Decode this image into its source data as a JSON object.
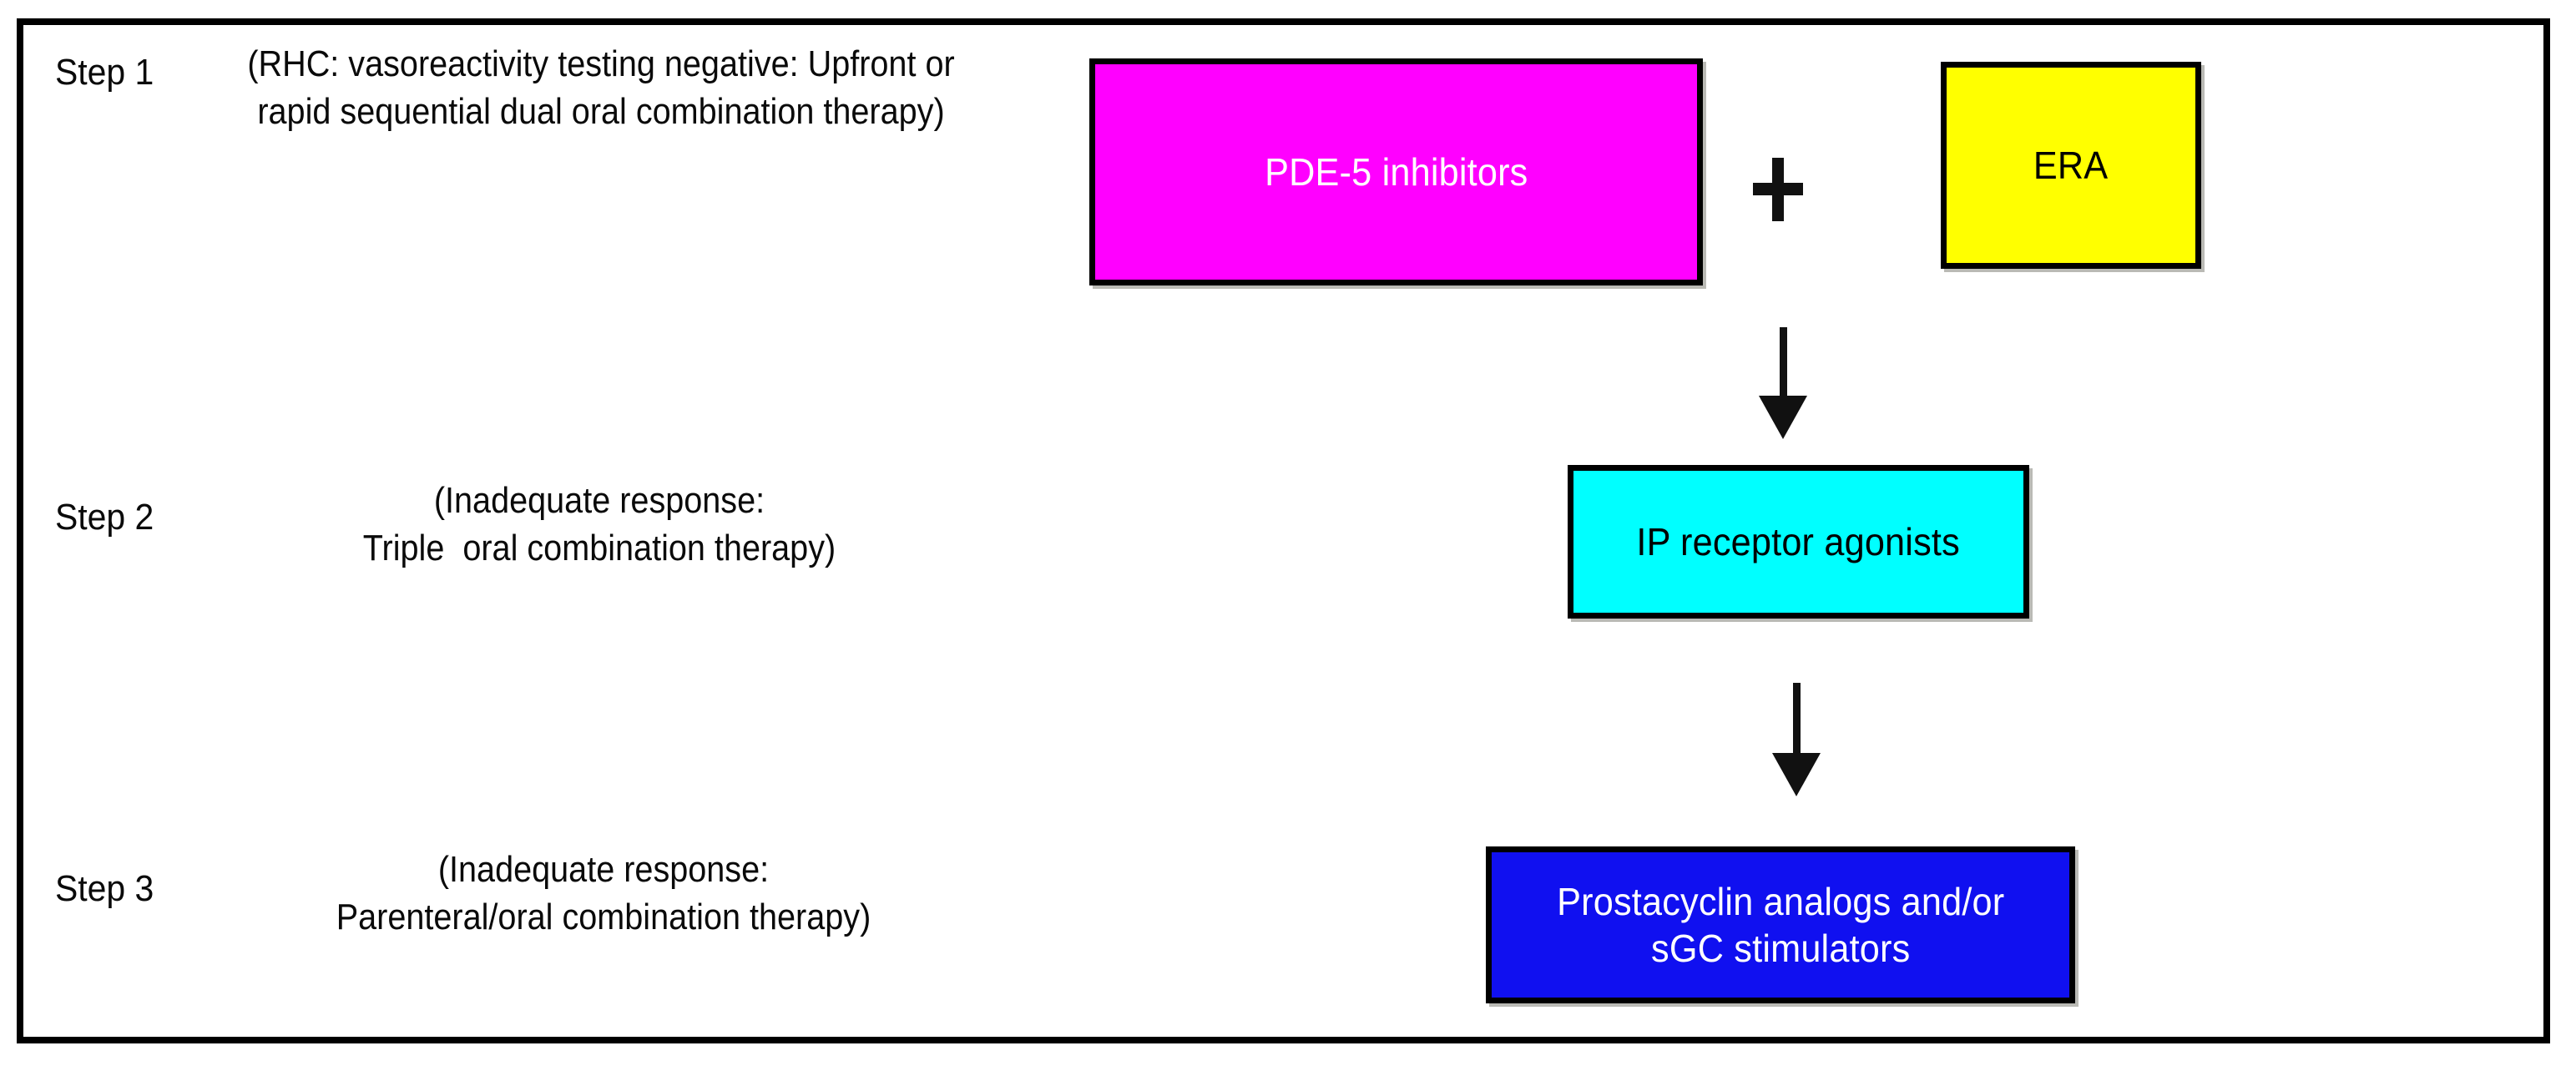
{
  "figure": {
    "type": "treatment-algorithm-flowchart",
    "border_color": "#000000",
    "background_color": "#ffffff"
  },
  "steps": [
    {
      "label": "Step 1",
      "description_lines": [
        "(RHC: vasoreactivity testing negative: Upfront or",
        "rapid sequential dual oral combination therapy)"
      ]
    },
    {
      "label": "Step 2",
      "description_lines": [
        "(Inadequate response:",
        "Triple  oral combination therapy)"
      ]
    },
    {
      "label": "Step 3",
      "description_lines": [
        "(Inadequate response:",
        "Parenteral/oral combination therapy)"
      ]
    }
  ],
  "boxes": {
    "pde5": {
      "lines": [
        "PDE-5 inhibitors"
      ],
      "fill": "#FF00FF",
      "text_color": "#FFFFFF",
      "border_color": "#000000"
    },
    "era": {
      "lines": [
        "ERA"
      ],
      "fill": "#FFFF00",
      "text_color": "#000000",
      "border_color": "#000000"
    },
    "ip_receptor": {
      "lines": [
        "IP receptor agonists"
      ],
      "fill": "#00FFFF",
      "text_color": "#000000",
      "border_color": "#000000"
    },
    "prostacyclin": {
      "lines": [
        "Prostacyclin analogs and/or",
        "sGC stimulators"
      ],
      "fill": "#1010F0",
      "text_color": "#FFFFFF",
      "border_color": "#000000"
    }
  },
  "operators": {
    "combination_plus": "+"
  },
  "arrows": [
    {
      "name": "step1-to-step2",
      "direction": "down",
      "color": "#111111"
    },
    {
      "name": "step2-to-step3",
      "direction": "down",
      "color": "#111111"
    }
  ]
}
